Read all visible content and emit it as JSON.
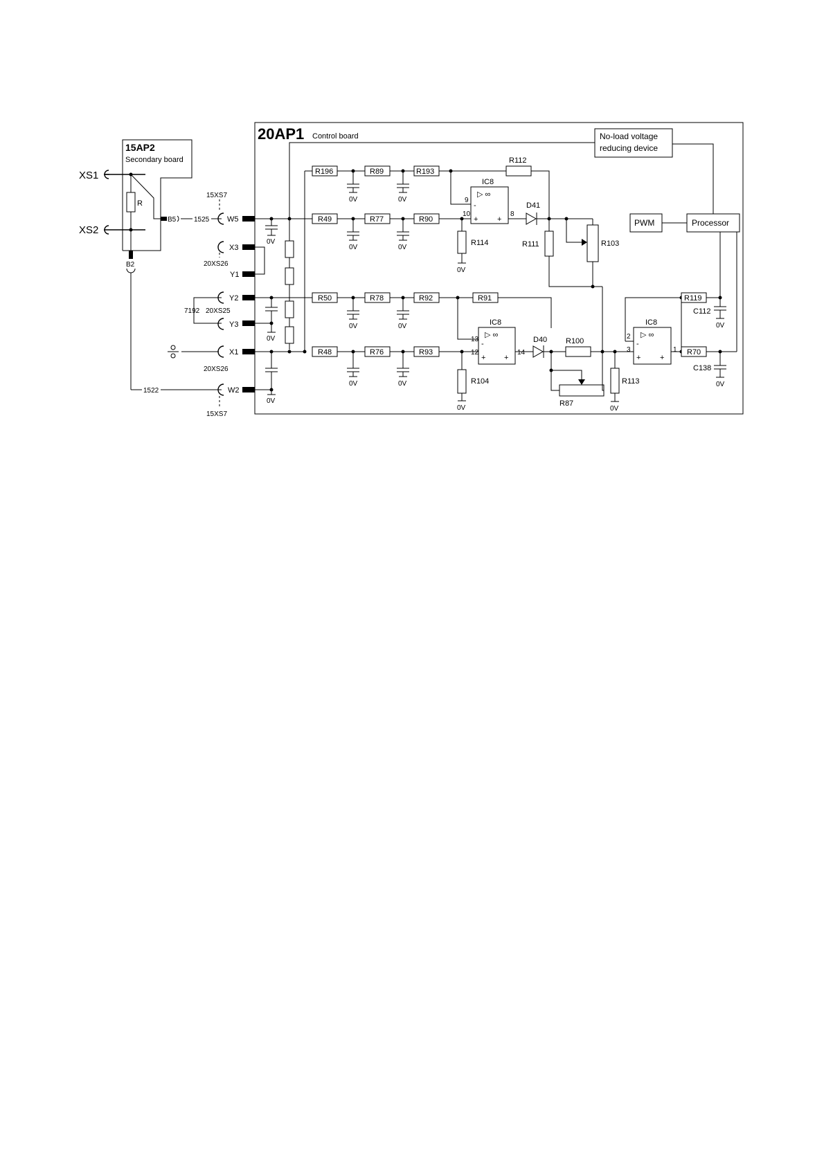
{
  "board_main": {
    "title": "20AP1",
    "subtitle": "Control board"
  },
  "board_secondary": {
    "title": "15AP2",
    "subtitle": "Secondary board"
  },
  "terminals": {
    "xs1": "XS1",
    "xs2": "XS2",
    "r": "R",
    "b5": "B5",
    "b2": "B2"
  },
  "wires": {
    "w1525": "1525",
    "w1522": "1522",
    "w7192": "7192"
  },
  "connectors": {
    "xs7_top": "15XS7",
    "xs7_bottom": "15XS7",
    "xs26_top": "20XS26",
    "xs26_bottom": "20XS26",
    "xs25": "20XS25",
    "pins": {
      "w5": "W5",
      "x3": "X3",
      "y1": "Y1",
      "y2": "Y2",
      "y3": "Y3",
      "x1": "X1",
      "w2": "W2"
    }
  },
  "blocks": {
    "noload_line1": "No-load voltage",
    "noload_line2": "reducing device",
    "pwm": "PWM",
    "processor": "Processor"
  },
  "resistors": {
    "r196": "R196",
    "r89": "R89",
    "r193": "R193",
    "r112": "R112",
    "r49": "R49",
    "r77": "R77",
    "r90": "R90",
    "r114": "R114",
    "r111": "R111",
    "r103": "R103",
    "r50": "R50",
    "r78": "R78",
    "r92": "R92",
    "r91": "R91",
    "r48": "R48",
    "r76": "R76",
    "r93": "R93",
    "r104": "R104",
    "r100": "R100",
    "r87": "R87",
    "r113": "R113",
    "r119": "R119",
    "r70": "R70"
  },
  "capacitors": {
    "c112": "C112",
    "c138": "C138"
  },
  "diodes": {
    "d41": "D41",
    "d40": "D40"
  },
  "opamps": {
    "ic8_a": {
      "label": "IC8",
      "pin_inv": "9",
      "pin_noninv": "10",
      "pin_out": "8"
    },
    "ic8_b": {
      "label": "IC8",
      "pin_inv": "13",
      "pin_noninv": "12",
      "pin_out": "14"
    },
    "ic8_c": {
      "label": "IC8",
      "pin_inv": "2",
      "pin_noninv": "3",
      "pin_out": "1"
    },
    "inf_symbol": "▷ ∞",
    "minus": "-",
    "plus": "+"
  },
  "ground_label": "0V"
}
